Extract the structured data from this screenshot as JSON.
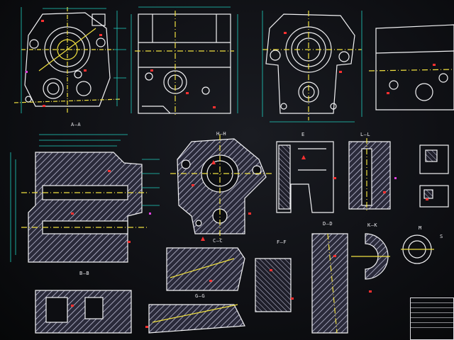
{
  "views": {
    "aa": "A—A",
    "bb": "B—B",
    "hh": "H—H",
    "cc": "C—C",
    "e": "E",
    "ll": "L—L",
    "dd": "D—D",
    "kk": "K—K",
    "ff": "F—F",
    "gg": "G—G",
    "m": "M",
    "s": "S"
  },
  "colors": {
    "background": "#0b0c10",
    "outline": "#f2f2f4",
    "hatch": "#c9c9e6",
    "centerline": "#f0e040",
    "dimension": "#20d0c0",
    "annotation": "#ff3030",
    "magenta": "#e040e0"
  }
}
